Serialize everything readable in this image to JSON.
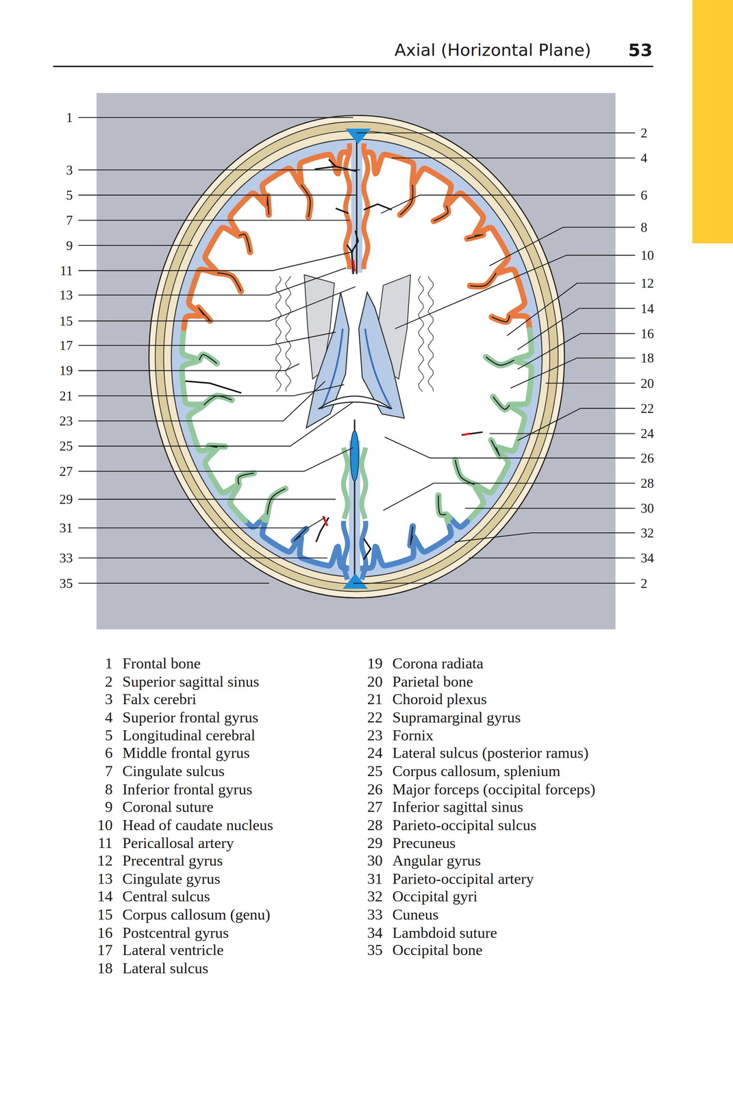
{
  "diagram": {
    "title": "Axial (Horizontal Plane)",
    "labels": [
      "53",
      "1",
      "3",
      "5",
      "7",
      "9",
      "11",
      "13",
      "15",
      "17",
      "19",
      "21",
      "23",
      "25",
      "27",
      "29",
      "31",
      "33",
      "35",
      "2",
      "4",
      "6",
      "8",
      "10",
      "12",
      "14",
      "16",
      "18",
      "20",
      "22",
      "24",
      "26",
      "28",
      "30",
      "32",
      "34",
      "2",
      "1",
      "Frontal bone",
      "2",
      "Superior sagittal sinus",
      "3",
      "Falx cerebri",
      "4",
      "Superior frontal gyrus",
      "5",
      "Longitudinal cerebral",
      "6",
      "Middle frontal gyrus",
      "7",
      "Cingulate sulcus",
      "8",
      "Inferior frontal gyrus",
      "9",
      "Coronal suture",
      "10",
      "Head of caudate nucleus",
      "11",
      "Pericallosal artery",
      "12",
      "Precentral gyrus",
      "13",
      "Cingulate gyrus",
      "14",
      "Central sulcus",
      "15",
      "Corpus callosum (genu)",
      "16",
      "Postcentral gyrus",
      "17",
      "Lateral ventricle",
      "18",
      "Lateral sulcus",
      "19",
      "Corona radiata",
      "20",
      "Parietal bone",
      "21",
      "Choroid plexus",
      "22",
      "Supramarginal gyrus",
      "23",
      "Fornix",
      "24",
      "Lateral sulcus (posterior ramus)",
      "25",
      "Corpus callosum, splenium",
      "26",
      "Major forceps (occipital forceps)",
      "27",
      "Inferior sagittal sinus",
      "28",
      "Parieto-occipital sulcus",
      "29",
      "Precuneus",
      "30",
      "Angular gyrus",
      "31",
      "Parieto-occipital artery",
      "32",
      "Occipital gyri",
      "33",
      "Cuneus",
      "34",
      "Lambdoid suture",
      "35",
      "Occipital bone"
    ]
  }
}
